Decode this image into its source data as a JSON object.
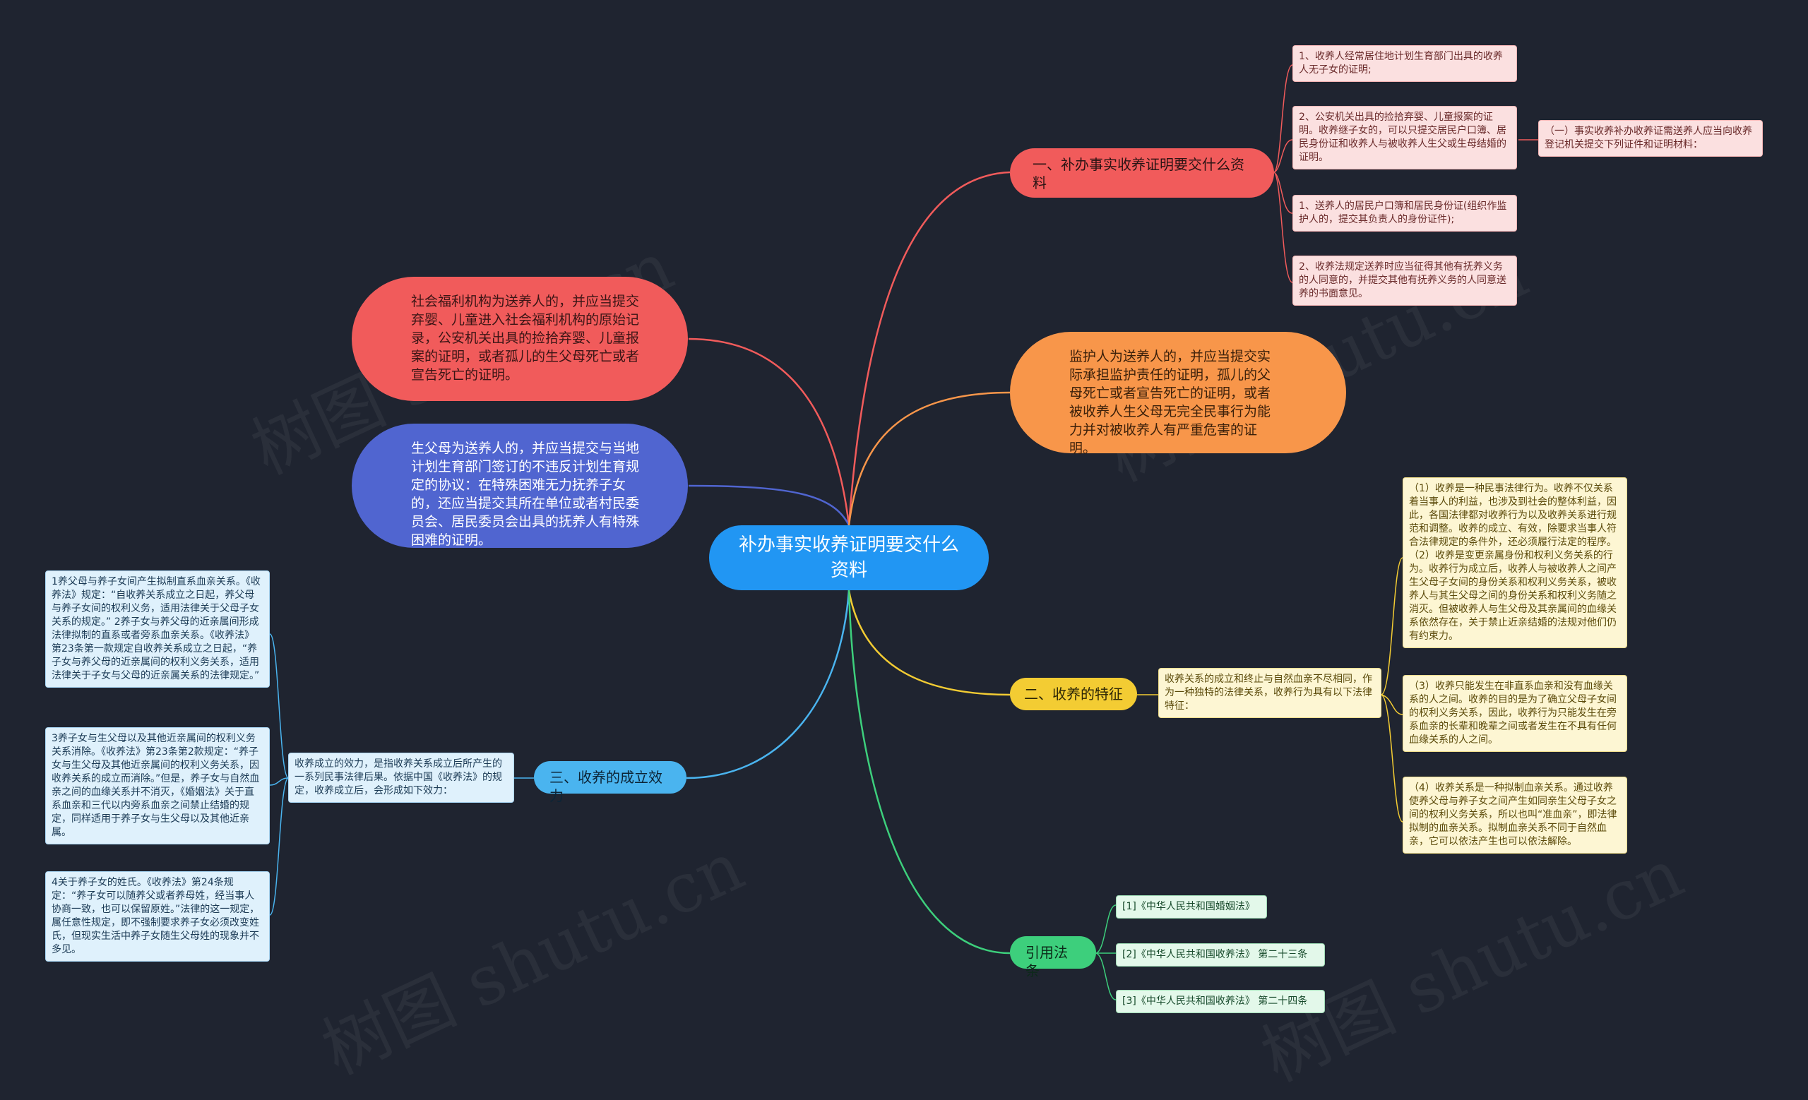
{
  "watermark": "树图 shutu.cn",
  "root": {
    "label": "补办事实收养证明要交什么资料"
  },
  "branch1": {
    "label": "一、补办事实收养证明要交什么资料",
    "items": [
      "1、收养人经常居住地计划生育部门出具的收养人无子女的证明;",
      "2、公安机关出具的捡拾弃婴、儿童报案的证明。收养继子女的，可以只提交居民户口簿、居民身份证和收养人与被收养人生父或生母结婚的证明。",
      "1、送养人的居民户口簿和居民身份证(组织作监护人的，提交其负责人的身份证件);",
      "2、收养法规定送养时应当征得其他有抚养义务的人同意的，并提交其他有抚养义务的人同意送养的书面意见。"
    ],
    "detail": "（一）事实收养补办收养证需送养人应当向收养登记机关提交下列证件和证明材料："
  },
  "left_red": {
    "text": "社会福利机构为送养人的，并应当提交弃婴、儿童进入社会福利机构的原始记录，公安机关出具的捡拾弃婴、儿童报案的证明，或者孤儿的生父母死亡或者宣告死亡的证明。"
  },
  "left_blue": {
    "text": "生父母为送养人的，并应当提交与当地计划生育部门签订的不违反计划生育规定的协议：在特殊困难无力抚养子女的，还应当提交其所在单位或者村民委员会、居民委员会出具的抚养人有特殊困难的证明。"
  },
  "right_orange": {
    "text": "监护人为送养人的，并应当提交实际承担监护责任的证明，孤儿的父母死亡或者宣告死亡的证明，或者被收养人生父母无完全民事行为能力并对被收养人有严重危害的证明。"
  },
  "branch2": {
    "label": "二、收养的特征",
    "summary": "收养关系的成立和终止与自然血亲不尽相同，作为一种独特的法律关系，收养行为具有以下法律特征：",
    "items": [
      "（1）收养是一种民事法律行为。收养不仅关系着当事人的利益，也涉及到社会的整体利益，因此，各国法律都对收养行为以及收养关系进行规范和调整。收养的成立、有效，除要求当事人符合法律规定的条件外，还必须履行法定的程序。（2）收养是变更亲属身份和权利义务关系的行为。收养行为成立后，收养人与被收养人之间产生父母子女间的身份关系和权利义务关系，被收养人与其生父母之间的身份关系和权利义务随之消灭。但被收养人与生父母及其亲属间的血缘关系依然存在，关于禁止近亲结婚的法规对他们仍有约束力。",
      "（3）收养只能发生在非直系血亲和没有血缘关系的人之间。收养的目的是为了确立父母子女间的权利义务关系，因此，收养行为只能发生在旁系血亲的长辈和晚辈之间或者发生在不具有任何血缘关系的人之间。",
      "（4）收养关系是一种拟制血亲关系。通过收养使养父母与养子女之间产生如同亲生父母子女之间的权利义务关系，所以也叫“准血亲”，即法律拟制的血亲关系。拟制血亲关系不同于自然血亲，它可以依法产生也可以依法解除。"
    ]
  },
  "branch3": {
    "label": "三、收养的成立效力",
    "summary": "收养成立的效力，是指收养关系成立后所产生的一系列民事法律后果。依据中国《收养法》的规定，收养成立后，会形成如下效力：",
    "items": [
      "1养父母与养子女间产生拟制直系血亲关系。《收养法》规定：“自收养关系成立之日起，养父母与养子女间的权利义务，适用法律关于父母子女关系的规定。” 2养子女与养父母的近亲属间形成法律拟制的直系或者旁系血亲关系。《收养法》第23条第一款规定自收养关系成立之日起，“养子女与养父母的近亲属间的权利义务关系，适用法律关于子女与父母的近亲属关系的法律规定。”",
      "3养子女与生父母以及其他近亲属间的权利义务关系消除。《收养法》第23条第2款规定：“养子女与生父母及其他近亲属间的权利义务关系，因收养关系的成立而消除。”但是，养子女与自然血亲之间的血缘关系并不消灭，《婚姻法》关于直系血亲和三代以内旁系血亲之间禁止结婚的规定，同样适用于养子女与生父母以及其他近亲属。",
      "4关于养子女的姓氏。《收养法》第24条规定：“养子女可以随养父或者养母姓，经当事人协商一致，也可以保留原姓。”法律的这一规定，属任意性规定，即不强制要求养子女必须改变姓氏，但现实生活中养子女随生父母姓的现象并不多见。"
    ]
  },
  "branch4": {
    "label": "引用法条",
    "items": [
      "[1]《中华人民共和国婚姻法》",
      "[2]《中华人民共和国收养法》 第二十三条",
      "[3]《中华人民共和国收养法》 第二十四条"
    ]
  },
  "colors": {
    "background": "#1f2430",
    "root": "#2196f3",
    "red": "#f15b5b",
    "blue": "#5065d0",
    "orange": "#f8964a",
    "yellow": "#f3cc33",
    "cyan": "#4ab4ef",
    "green": "#3dcf7c"
  }
}
